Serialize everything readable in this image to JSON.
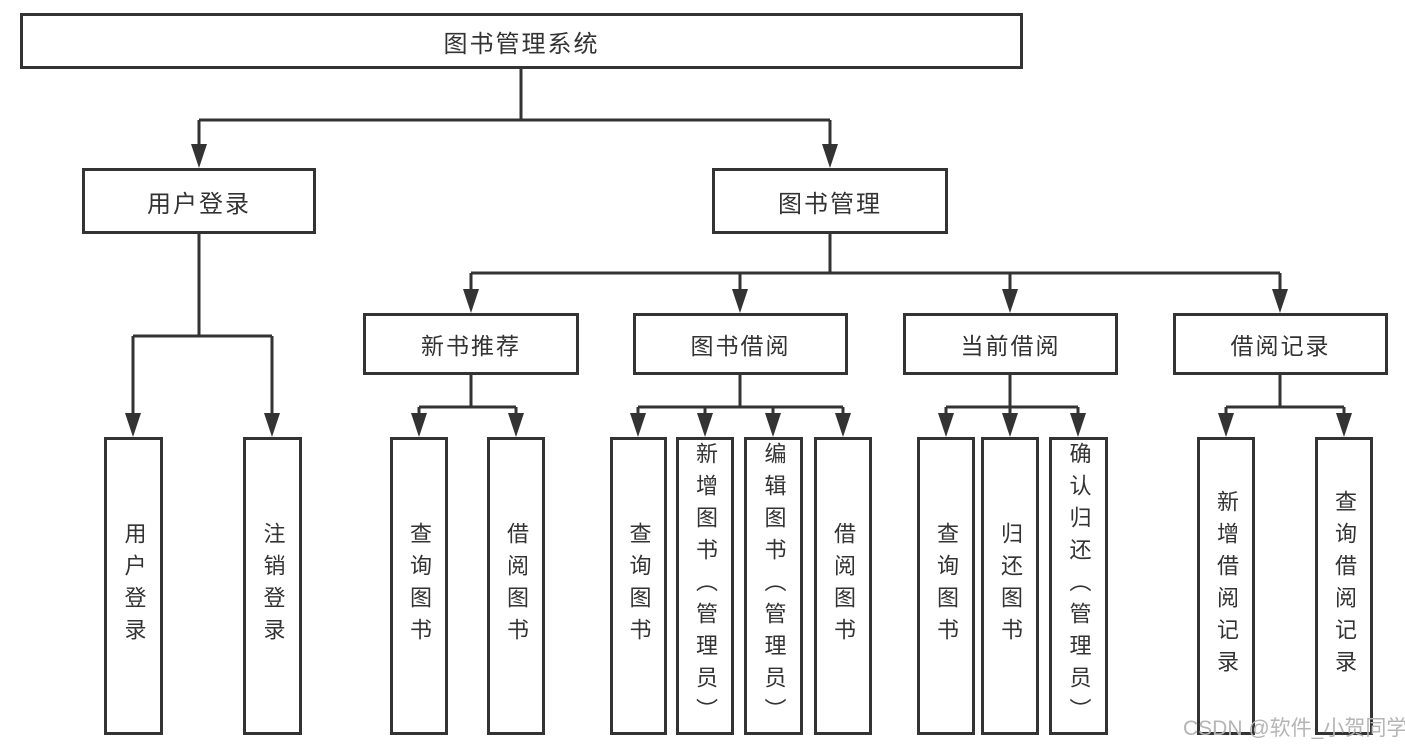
{
  "diagram": {
    "title": "图书管理系统",
    "branches": [
      {
        "label": "用户登录",
        "leaves": [
          "用户登录",
          "注销登录"
        ]
      },
      {
        "label": "图书管理",
        "children": [
          {
            "label": "新书推荐",
            "leaves": [
              "查询图书",
              "借阅图书"
            ]
          },
          {
            "label": "图书借阅",
            "leaves": [
              "查询图书",
              "新增图书（管理员）",
              "编辑图书（管理员）",
              "借阅图书"
            ]
          },
          {
            "label": "当前借阅",
            "leaves": [
              "查询图书",
              "归还图书",
              "确认归还（管理员）"
            ]
          },
          {
            "label": "借阅记录",
            "leaves": [
              "新增借阅记录",
              "查询借阅记录"
            ]
          }
        ]
      }
    ],
    "colors": {
      "line": "#333333",
      "box_background": "#ffffff",
      "text": "#333333",
      "watermark": "#b5b5b5"
    }
  },
  "watermark": {
    "text": "CSDN @软件_小贺同学"
  }
}
